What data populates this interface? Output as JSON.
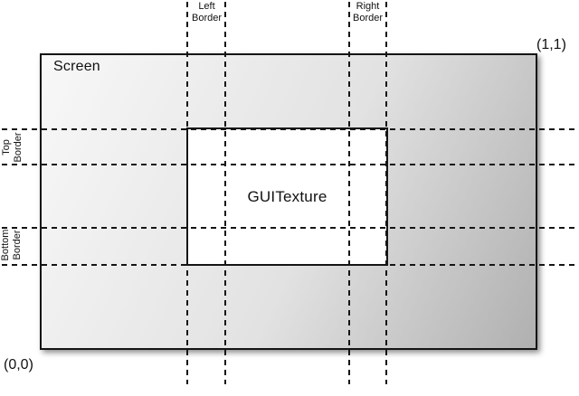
{
  "diagram": {
    "screen_label": "Screen",
    "texture_label": "GUITexture",
    "coord_origin": "(0,0)",
    "coord_topright": "(1,1)",
    "borders": {
      "left": "Left\nBorder",
      "right": "Right\nBorder",
      "top": "Top\nBorder",
      "bottom": "Bottom\nBorder"
    },
    "colors": {
      "gradient_start": "#f8f8f8",
      "gradient_end": "#b0b0b0",
      "line": "#151515",
      "texture_fill": "#ffffff"
    }
  }
}
